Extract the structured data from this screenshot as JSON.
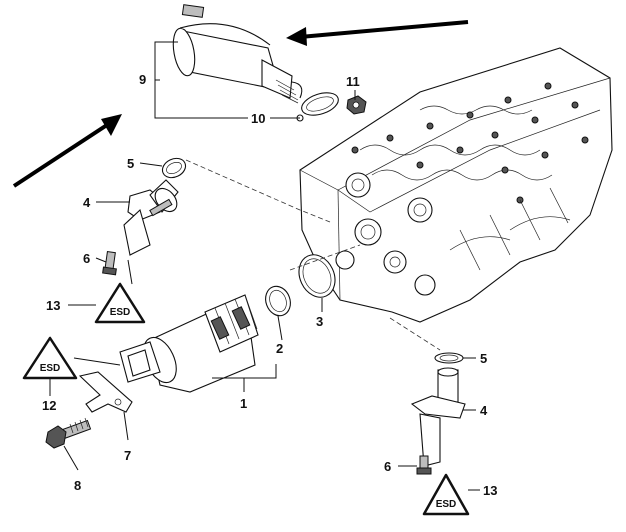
{
  "callouts": {
    "c1": "1",
    "c2": "2",
    "c3": "3",
    "c4a": "4",
    "c4b": "4",
    "c5a": "5",
    "c5b": "5",
    "c6a": "6",
    "c6b": "6",
    "c7": "7",
    "c8": "8",
    "c9": "9",
    "c10": "10",
    "c11": "11",
    "c12": "12",
    "c13a": "13",
    "c13b": "13"
  },
  "warning_symbol": "ESD"
}
